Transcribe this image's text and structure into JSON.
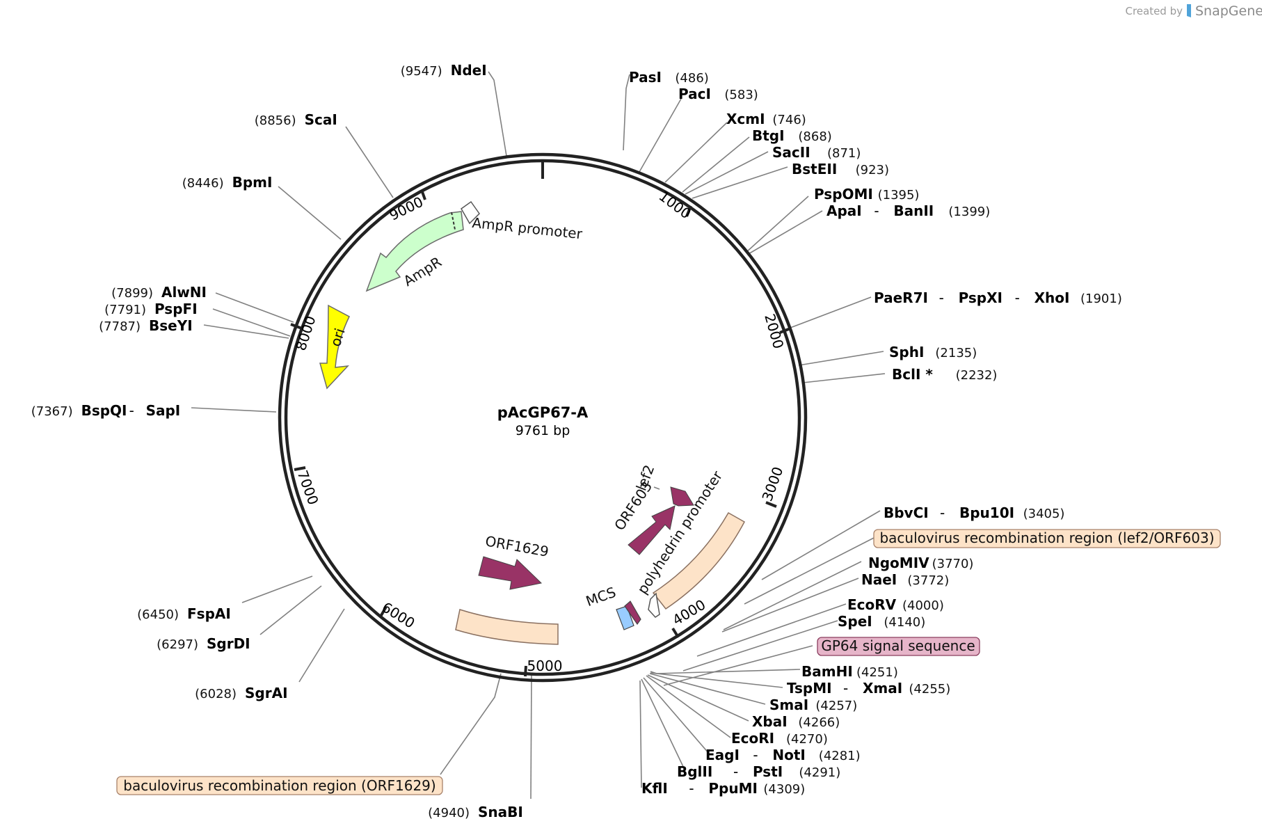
{
  "watermark": {
    "created_by": "Created by",
    "brand": "SnapGene"
  },
  "plasmid": {
    "name": "pAcGP67-A",
    "size": "9761 bp"
  },
  "ticks": [
    {
      "label": "1000"
    },
    {
      "label": "2000"
    },
    {
      "label": "3000"
    },
    {
      "label": "4000"
    },
    {
      "label": "5000"
    },
    {
      "label": "6000"
    },
    {
      "label": "7000"
    },
    {
      "label": "8000"
    },
    {
      "label": "9000"
    }
  ],
  "sites_right": [
    {
      "names": [
        "PasI"
      ],
      "pos": "(486)"
    },
    {
      "names": [
        "PacI"
      ],
      "pos": "(583)"
    },
    {
      "names": [
        "XcmI"
      ],
      "pos": "(746)"
    },
    {
      "names": [
        "BtgI"
      ],
      "pos": "(868)"
    },
    {
      "names": [
        "SacII"
      ],
      "pos": "(871)"
    },
    {
      "names": [
        "BstEII"
      ],
      "pos": "(923)"
    },
    {
      "names": [
        "PspOMI"
      ],
      "pos": "(1395)"
    },
    {
      "names": [
        "ApaI",
        "BanII"
      ],
      "pos": "(1399)"
    },
    {
      "names": [
        "PaeR7I",
        "PspXI",
        "XhoI"
      ],
      "pos": "(1901)"
    },
    {
      "names": [
        "SphI"
      ],
      "pos": "(2135)"
    },
    {
      "names": [
        "BclI *"
      ],
      "pos": "(2232)",
      "muted": true
    },
    {
      "names": [
        "BbvCI",
        "Bpu10I"
      ],
      "pos": "(3405)"
    },
    {
      "names": [
        "NgoMIV"
      ],
      "pos": "(3770)"
    },
    {
      "names": [
        "NaeI"
      ],
      "pos": "(3772)"
    },
    {
      "names": [
        "EcoRV"
      ],
      "pos": "(4000)"
    },
    {
      "names": [
        "SpeI"
      ],
      "pos": "(4140)"
    },
    {
      "names": [
        "BamHI"
      ],
      "pos": "(4251)"
    },
    {
      "names": [
        "TspMI",
        "XmaI"
      ],
      "pos": "(4255)"
    },
    {
      "names": [
        "SmaI"
      ],
      "pos": "(4257)"
    },
    {
      "names": [
        "XbaI"
      ],
      "pos": "(4266)"
    },
    {
      "names": [
        "EcoRI"
      ],
      "pos": "(4270)"
    },
    {
      "names": [
        "EagI",
        "NotI"
      ],
      "pos": "(4281)"
    },
    {
      "names": [
        "BglII",
        "PstI"
      ],
      "pos": "(4291)"
    },
    {
      "names": [
        "KflI",
        "PpuMI"
      ],
      "pos": "(4309)"
    }
  ],
  "sites_left": [
    {
      "names": [
        "NdeI"
      ],
      "pos": "(9547)"
    },
    {
      "names": [
        "ScaI"
      ],
      "pos": "(8856)"
    },
    {
      "names": [
        "BpmI"
      ],
      "pos": "(8446)"
    },
    {
      "names": [
        "AlwNI"
      ],
      "pos": "(7899)"
    },
    {
      "names": [
        "PspFI"
      ],
      "pos": "(7791)"
    },
    {
      "names": [
        "BseYI"
      ],
      "pos": "(7787)"
    },
    {
      "names": [
        "BspQI",
        "SapI"
      ],
      "pos": "(7367)"
    },
    {
      "names": [
        "FspAI"
      ],
      "pos": "(6450)"
    },
    {
      "names": [
        "SgrDI"
      ],
      "pos": "(6297)"
    },
    {
      "names": [
        "SgrAI"
      ],
      "pos": "(6028)"
    },
    {
      "names": [
        "SnaBI"
      ],
      "pos": "(4940)"
    }
  ],
  "feature_labels": [
    {
      "text": "baculovirus recombination region (lef2/ORF603)"
    },
    {
      "text": "GP64 signal sequence"
    },
    {
      "text": "baculovirus recombination region (ORF1629)"
    }
  ],
  "features": [
    {
      "name": "AmpR promoter",
      "color": "#ffffff"
    },
    {
      "name": "AmpR",
      "color": "#ccffcc"
    },
    {
      "name": "ori",
      "color": "#ffff00"
    },
    {
      "name": "lef2",
      "color": "#993366"
    },
    {
      "name": "ORF603",
      "color": "#993366"
    },
    {
      "name": "polyhedrin promoter",
      "color": "#ffffff"
    },
    {
      "name": "MCS",
      "color": "#99ccff"
    },
    {
      "name": "ORF1629",
      "color": "#993366"
    }
  ],
  "colors": {
    "backbone": "#222222",
    "recombination_region": "#fde3c8",
    "gp64_label_bg": "#e6b5c9",
    "orf_purple": "#993366",
    "leader_line": "#808080",
    "muted_site": "#808080"
  }
}
